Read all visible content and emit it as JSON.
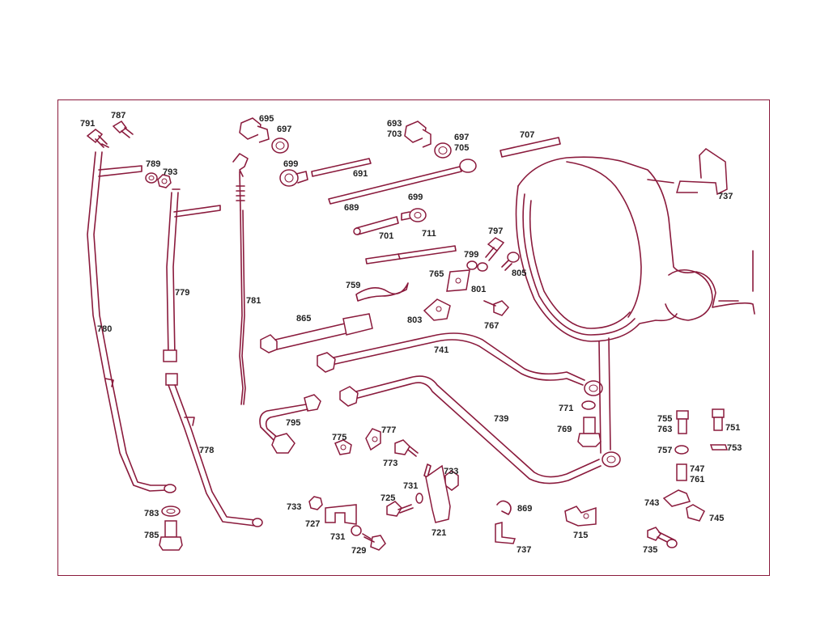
{
  "diagram": {
    "colors": {
      "line": "#8a1a3c",
      "label": "#222222",
      "background": "#ffffff"
    },
    "callouts": [
      "791",
      "787",
      "789",
      "793",
      "780",
      "783",
      "785",
      "779",
      "778",
      "695",
      "697",
      "699",
      "691",
      "781",
      "689",
      "693",
      "703",
      "697b",
      "705",
      "699b",
      "701",
      "711",
      "707",
      "737",
      "797",
      "799",
      "765",
      "801",
      "805",
      "759",
      "803",
      "767",
      "865",
      "741",
      "795",
      "771",
      "769",
      "739",
      "775",
      "777",
      "773",
      "733",
      "725",
      "731",
      "721",
      "733b",
      "727",
      "731b",
      "729",
      "869",
      "737b",
      "715",
      "755",
      "763",
      "751",
      "757",
      "753",
      "747",
      "761",
      "743",
      "745",
      "735"
    ],
    "labels": {
      "791": "791",
      "787": "787",
      "789": "789",
      "793": "793",
      "780": "780",
      "783": "783",
      "785": "785",
      "779": "779",
      "778": "778",
      "695": "695",
      "697": "697",
      "699": "699",
      "691": "691",
      "781": "781",
      "689": "689",
      "693": "693",
      "703": "703",
      "697b": "697",
      "705": "705",
      "699b": "699",
      "701": "701",
      "711": "711",
      "707": "707",
      "737": "737",
      "797": "797",
      "799": "799",
      "765": "765",
      "801": "801",
      "805": "805",
      "759": "759",
      "803": "803",
      "767": "767",
      "865": "865",
      "741": "741",
      "795": "795",
      "771": "771",
      "769": "769",
      "739": "739",
      "775": "775",
      "777": "777",
      "773": "773",
      "733": "733",
      "725": "725",
      "731": "731",
      "721": "721",
      "733b": "733",
      "727": "727",
      "731b": "731",
      "729": "729",
      "869": "869",
      "737b": "737",
      "715": "715",
      "755": "755",
      "763": "763",
      "751": "751",
      "757": "757",
      "753": "753",
      "747": "747",
      "761": "761",
      "743": "743",
      "745": "745",
      "735": "735"
    }
  }
}
